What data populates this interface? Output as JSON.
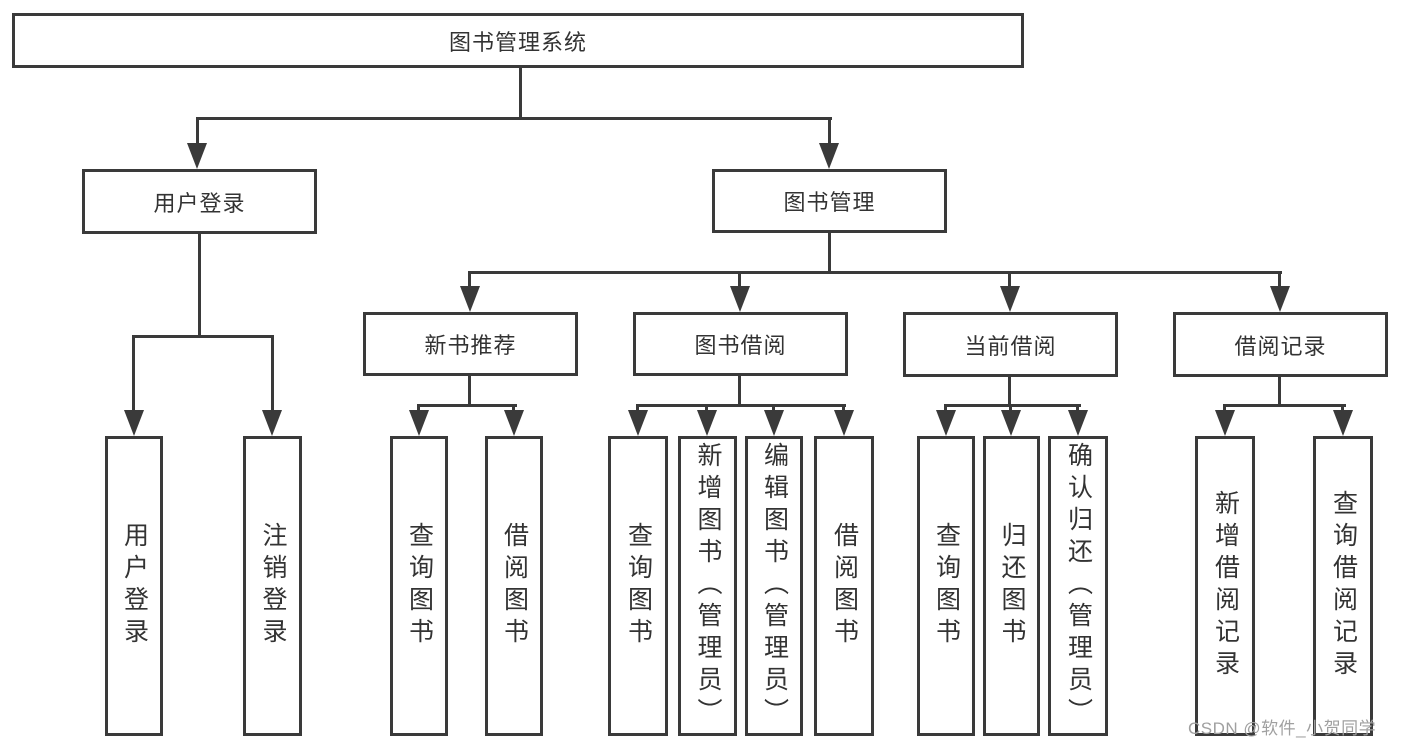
{
  "tree": {
    "root": "图书管理系统",
    "branches": [
      {
        "label": "用户登录",
        "leaves": [
          "用户登录",
          "注销登录"
        ]
      },
      {
        "label": "图书管理",
        "groups": [
          {
            "label": "新书推荐",
            "leaves": [
              "查询图书",
              "借阅图书"
            ]
          },
          {
            "label": "图书借阅",
            "leaves": [
              "查询图书",
              "新增图书（管理员）",
              "编辑图书（管理员）",
              "借阅图书"
            ]
          },
          {
            "label": "当前借阅",
            "leaves": [
              "查询图书",
              "归还图书",
              "确认归还（管理员）"
            ]
          },
          {
            "label": "借阅记录",
            "leaves": [
              "新增借阅记录",
              "查询借阅记录"
            ]
          }
        ]
      }
    ]
  },
  "watermark": "CSDN @软件_小贺同学",
  "colors": {
    "line": "#3a3a3a",
    "text": "#333333",
    "background": "#ffffff",
    "watermark": "#a0a0a0"
  }
}
